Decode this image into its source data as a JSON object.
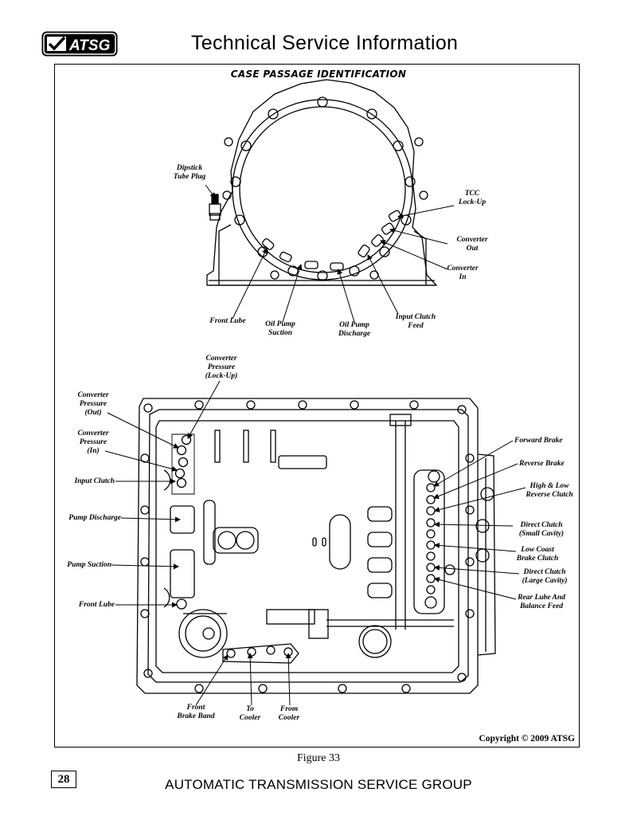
{
  "header": {
    "logo_text": "ATSG",
    "title": "Technical Service Information"
  },
  "figure": {
    "title": "CASE PASSAGE IDENTIFICATION",
    "caption": "Figure 33",
    "copyright": "Copyright © 2009 ATSG",
    "top_labels": {
      "dipstick": "Dipstick\nTube Plug",
      "tcc": "TCC\nLock-Up",
      "conv_out": "Converter\nOut",
      "conv_in": "Converter\nIn",
      "front_lube": "Front Lube",
      "oil_pump_suction": "Oil Pump\nSuction",
      "oil_pump_discharge": "Oil Pump\nDischarge",
      "input_clutch_feed": "Input Clutch\nFeed"
    },
    "bottom_left_labels": {
      "conv_pressure_lockup": "Converter\nPressure\n(Lock-Up)",
      "conv_pressure_out": "Converter\nPressure\n(Out)",
      "conv_pressure_in": "Converter\nPressure\n(In)",
      "input_clutch": "Input Clutch",
      "pump_discharge": "Pump Discharge",
      "pump_suction": "Pump Suction",
      "front_lube": "Front Lube",
      "front_brake_band": "Front\nBrake Band",
      "to_cooler": "To\nCooler",
      "from_cooler": "From\nCooler"
    },
    "bottom_right_labels": {
      "forward_brake": "Forward Brake",
      "reverse_brake": "Reverse Brake",
      "high_low_reverse": "High & Low\nReverse Clutch",
      "direct_small": "Direct Clutch\n(Small Cavity)",
      "low_coast": "Low Coast\nBrake Clutch",
      "direct_large": "Direct Clutch\n(Large Cavity)",
      "rear_lube": "Rear Lube And\nBalance Feed"
    }
  },
  "footer": {
    "page_number": "28",
    "text": "AUTOMATIC TRANSMISSION SERVICE GROUP"
  }
}
